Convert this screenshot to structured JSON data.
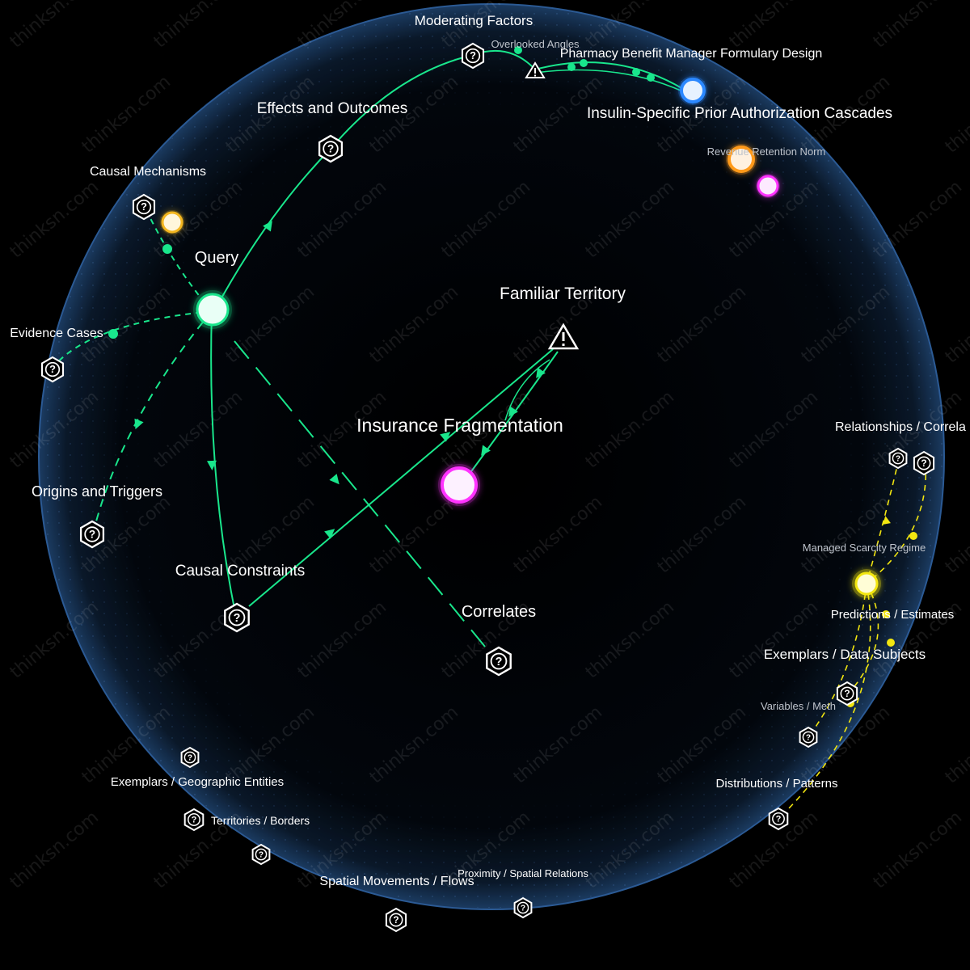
{
  "watermark": "thinksn.com",
  "colors": {
    "background": "#000000",
    "sphere_edge": "#3a78c8",
    "green": "#19e68c",
    "yellow": "#f2e610",
    "white": "#ffffff",
    "magenta": "#ff33ff",
    "orange": "#ff9a1a",
    "blue": "#2b88ff",
    "gold": "#f3b61f"
  },
  "nodes": {
    "query": {
      "label": "Query",
      "kind": "glow-node",
      "color": "green"
    },
    "insurance": {
      "label": "Insurance Fragmentation",
      "kind": "glow-node",
      "color": "magenta"
    },
    "familiar": {
      "label": "Familiar Territory",
      "kind": "warning-icon"
    },
    "moderating": {
      "label": "Moderating Factors",
      "kind": "question-icon"
    },
    "overlooked": {
      "label": "Overlooked Angles",
      "kind": "warning-icon"
    },
    "pbm": {
      "label": "Pharmacy Benefit Manager Formulary Design",
      "kind": "glow-node",
      "color": "blue"
    },
    "insulin": {
      "label": "Insulin-Specific Prior Authorization Cascades",
      "kind": "label"
    },
    "revenue": {
      "label": "Revenue Retention Norm",
      "kind": "glow-node",
      "color": "orange"
    },
    "pink": {
      "label": "",
      "kind": "glow-node",
      "color": "magenta"
    },
    "effects": {
      "label": "Effects and Outcomes",
      "kind": "question-icon"
    },
    "causal_mech": {
      "label": "Causal Mechanisms",
      "kind": "question-icon"
    },
    "gold": {
      "label": "",
      "kind": "glow-node",
      "color": "gold"
    },
    "evidence": {
      "label": "Evidence Cases",
      "kind": "question-icon"
    },
    "origins": {
      "label": "Origins and Triggers",
      "kind": "question-icon"
    },
    "constraints": {
      "label": "Causal Constraints",
      "kind": "question-icon"
    },
    "correlates": {
      "label": "Correlates",
      "kind": "question-icon"
    },
    "relationships": {
      "label": "Relationships / Correla",
      "kind": "question-icon"
    },
    "relationships2": {
      "label": "",
      "kind": "question-icon"
    },
    "scarcity": {
      "label": "Managed Scarcity Regime",
      "kind": "glow-node",
      "color": "yellow"
    },
    "predictions": {
      "label": "Predictions / Estimates",
      "kind": "label"
    },
    "exemplars_data": {
      "label": "Exemplars / Data Subjects",
      "kind": "question-icon"
    },
    "variables": {
      "label": "Variables / Meth",
      "kind": "question-icon"
    },
    "distributions": {
      "label": "Distributions / Patterns",
      "kind": "question-icon"
    },
    "exemplars_geo": {
      "label": "Exemplars / Geographic Entities",
      "kind": "question-icon"
    },
    "territories": {
      "label": "Territories / Borders",
      "kind": "question-icon"
    },
    "spatial_unlabeled": {
      "label": "",
      "kind": "question-icon"
    },
    "spatial_movements": {
      "label": "Spatial Movements / Flows",
      "kind": "question-icon"
    },
    "proximity": {
      "label": "Proximity / Spatial Relations",
      "kind": "question-icon"
    }
  },
  "edges": [
    {
      "from": "query",
      "to": "effects",
      "style": "solid",
      "color": "green"
    },
    {
      "from": "effects",
      "to": "moderating",
      "style": "solid",
      "color": "green"
    },
    {
      "from": "moderating",
      "to": "overlooked",
      "style": "solid",
      "color": "green"
    },
    {
      "from": "overlooked",
      "to": "pbm",
      "style": "solid",
      "color": "green"
    },
    {
      "from": "query",
      "to": "constraints",
      "style": "solid",
      "color": "green"
    },
    {
      "from": "constraints",
      "to": "familiar",
      "style": "solid",
      "color": "green"
    },
    {
      "from": "familiar",
      "to": "insurance",
      "style": "solid",
      "color": "green"
    },
    {
      "from": "query",
      "to": "causal_mech",
      "style": "dashed",
      "color": "green"
    },
    {
      "from": "query",
      "to": "evidence",
      "style": "dashed",
      "color": "green"
    },
    {
      "from": "query",
      "to": "origins",
      "style": "dashed",
      "color": "green"
    },
    {
      "from": "query",
      "to": "correlates",
      "style": "dashed",
      "color": "green"
    },
    {
      "from": "relationships",
      "to": "scarcity",
      "style": "dashed",
      "color": "yellow"
    },
    {
      "from": "relationships2",
      "to": "scarcity",
      "style": "dashed",
      "color": "yellow"
    },
    {
      "from": "scarcity",
      "to": "exemplars_data",
      "style": "dashed",
      "color": "yellow"
    },
    {
      "from": "scarcity",
      "to": "variables",
      "style": "dashed",
      "color": "yellow"
    },
    {
      "from": "scarcity",
      "to": "distributions",
      "style": "dashed",
      "color": "yellow"
    }
  ]
}
